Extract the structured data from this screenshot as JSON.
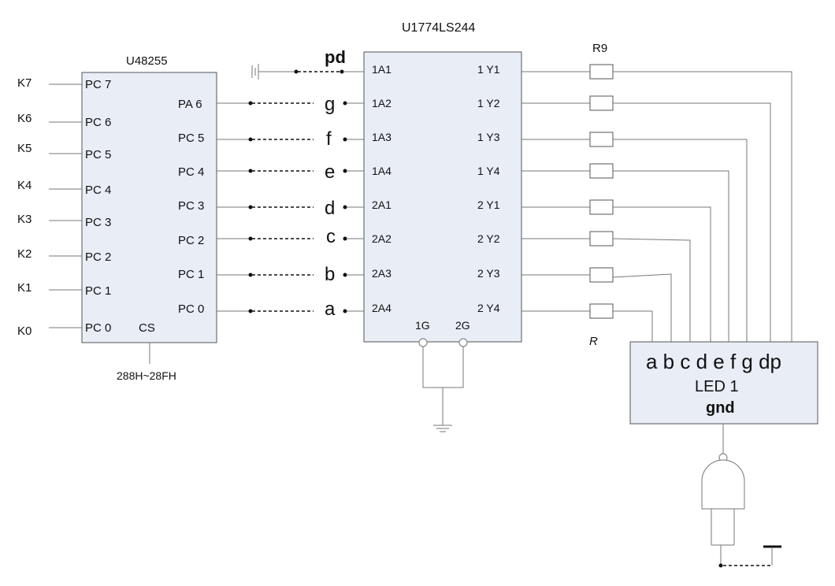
{
  "u4": {
    "title": "U48255",
    "left_pins": [
      "PC 7",
      "PC 6",
      "PC 5",
      "PC 4",
      "PC 3",
      "PC 2",
      "PC 1",
      "PC 0"
    ],
    "right_pins": [
      "PA 6",
      "PC 5",
      "PC 4",
      "PC 3",
      "PC 2",
      "PC 1",
      "PC 0"
    ],
    "cs_label": "CS",
    "addr_label": "288H~28FH"
  },
  "switch_labels": [
    "K7",
    "K6",
    "K5",
    "K4",
    "K3",
    "K2",
    "K1",
    "K0"
  ],
  "u1": {
    "title": "U1774LS244",
    "left_pins": [
      "1A1",
      "1A2",
      "1A3",
      "1A4",
      "2A1",
      "2A2",
      "2A3",
      "2A4"
    ],
    "right_pins": [
      "1 Y1",
      "1 Y2",
      "1 Y3",
      "1 Y4",
      "2 Y1",
      "2 Y2",
      "2 Y3",
      "2 Y4"
    ],
    "g1": "1G",
    "g2": "2G"
  },
  "pd_label": "pd",
  "segment_letters": [
    "g",
    "f",
    "e",
    "d",
    "c",
    "b",
    "a"
  ],
  "resistor_top": "R9",
  "resistor_bottom": "R",
  "led": {
    "segments": "a b c d e f g dp",
    "name": "LED 1",
    "gnd": "gnd"
  }
}
